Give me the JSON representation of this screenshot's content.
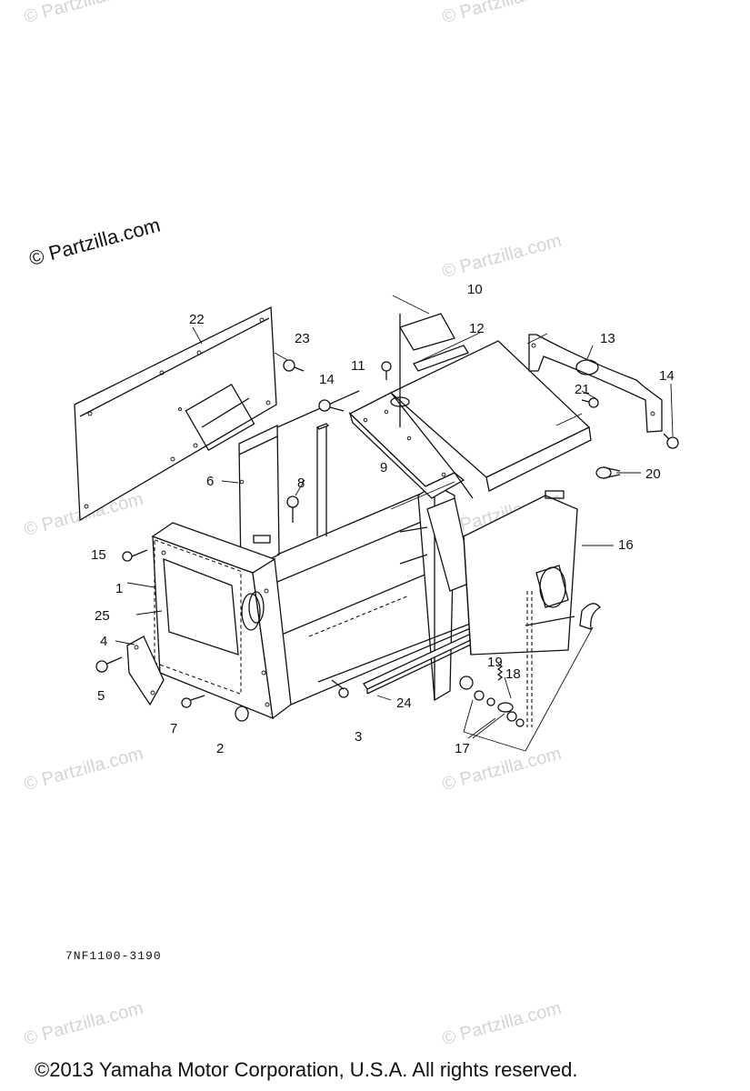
{
  "watermarks": [
    "© Partzilla.com",
    "© Partzilla.com",
    "© Partzilla.com",
    "© Partzilla.com",
    "© Partzilla.com",
    "© Partzilla.com",
    "© Partzilla.com",
    "© Partzilla.com",
    "© Partzilla.com"
  ],
  "main_watermark": "© Partzilla.com",
  "callouts": [
    "1",
    "2",
    "3",
    "4",
    "5",
    "6",
    "7",
    "8",
    "9",
    "10",
    "11",
    "12",
    "13",
    "14",
    "14",
    "15",
    "16",
    "17",
    "18",
    "19",
    "20",
    "21",
    "22",
    "23",
    "24",
    "25"
  ],
  "part_code": "7NF1100-3190",
  "copyright": "©2013  Yamaha Motor Corporation, U.S.A. All rights reserved."
}
